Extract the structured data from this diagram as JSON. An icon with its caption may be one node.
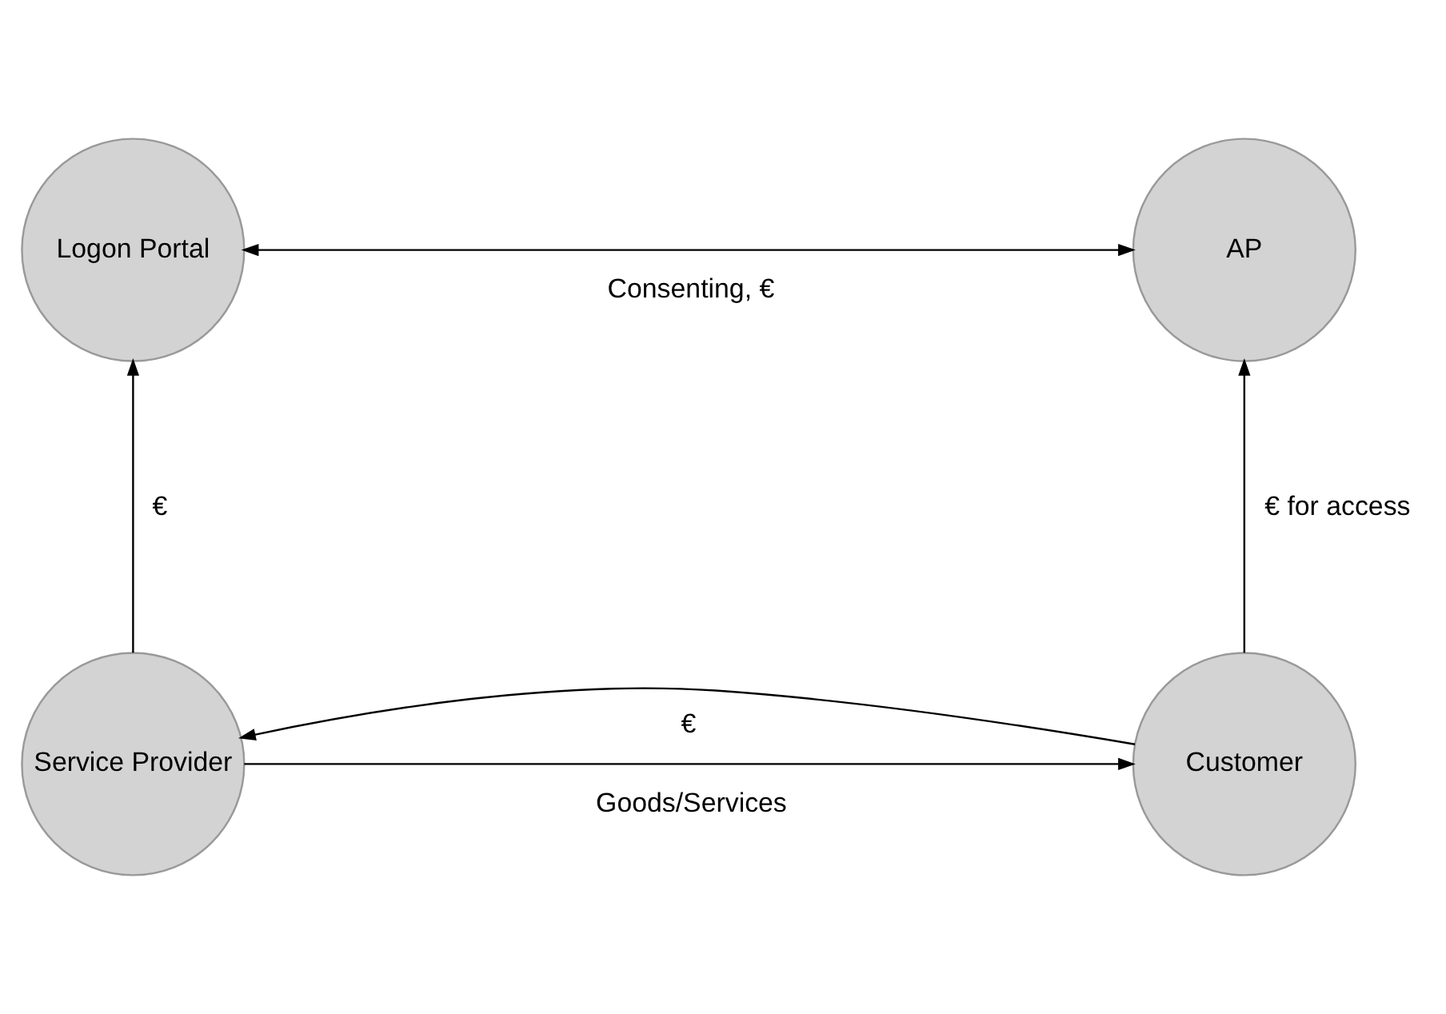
{
  "diagram": {
    "nodes": [
      {
        "text": [
          "Logon Portal"
        ]
      },
      {
        "text": [
          "AP"
        ]
      },
      {
        "text": [
          "Service Provider"
        ]
      },
      {
        "text": [
          "Customer"
        ]
      }
    ],
    "edges": [
      {
        "from": 0,
        "to": 1,
        "arrow": "both",
        "label": "Consenting, €"
      },
      {
        "from": 2,
        "to": 0,
        "arrow": "to",
        "label": "€"
      },
      {
        "from": 3,
        "to": 1,
        "arrow": "to",
        "label": "€ for access"
      },
      {
        "from": 2,
        "to": 3,
        "arrow": "to",
        "label": "Goods/Services"
      },
      {
        "from": 3,
        "to": 2,
        "arrow": "to",
        "label": "€"
      }
    ]
  }
}
